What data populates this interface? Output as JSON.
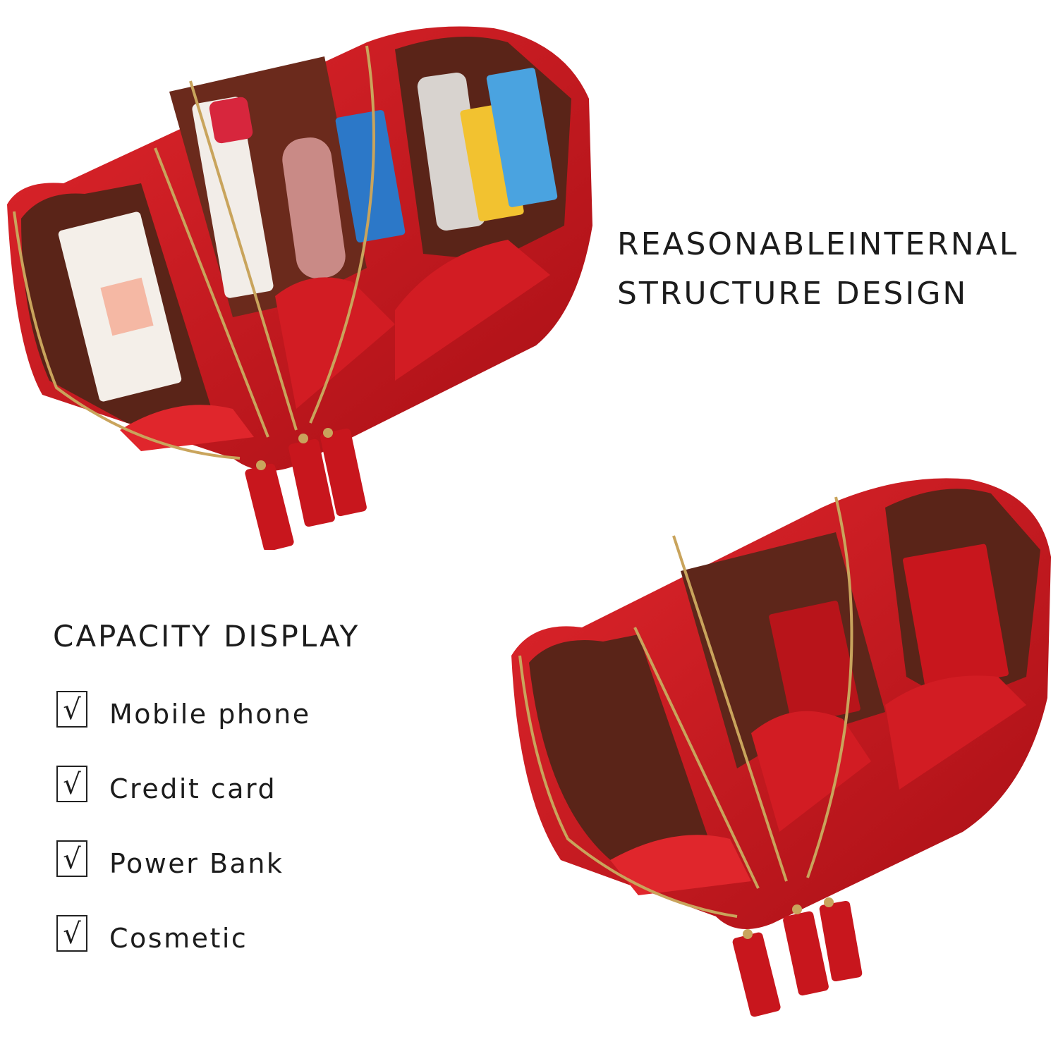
{
  "heading": {
    "line1": "REASONABLEINTERNAL",
    "line2": "STRUCTURE DESIGN"
  },
  "capacity": {
    "title": "CAPACITY DISPLAY",
    "check_symbol": "√",
    "items": [
      {
        "label": "Mobile phone"
      },
      {
        "label": "Credit card"
      },
      {
        "label": "Power Bank"
      },
      {
        "label": "Cosmetic"
      }
    ]
  },
  "colors": {
    "bag_red": "#c8161d",
    "lining_brown": "#5a2418",
    "zipper_gold": "#c9a45c",
    "background": "#ffffff",
    "text": "#1c1c1c"
  }
}
